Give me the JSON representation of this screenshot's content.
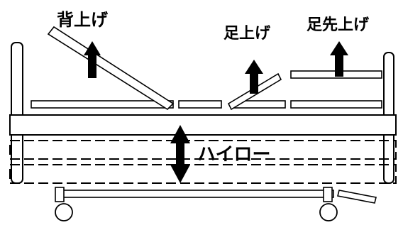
{
  "labels": {
    "back_raise": "背上げ",
    "leg_raise": "足上げ",
    "foot_tip_raise": "足先上げ",
    "high_low": "ハイロー"
  },
  "colors": {
    "stroke": "#000000",
    "fill": "#ffffff",
    "arrow": "#000000"
  },
  "icons": {
    "up_arrow": "up-arrow-icon",
    "double_arrow": "up-down-arrow-icon"
  }
}
